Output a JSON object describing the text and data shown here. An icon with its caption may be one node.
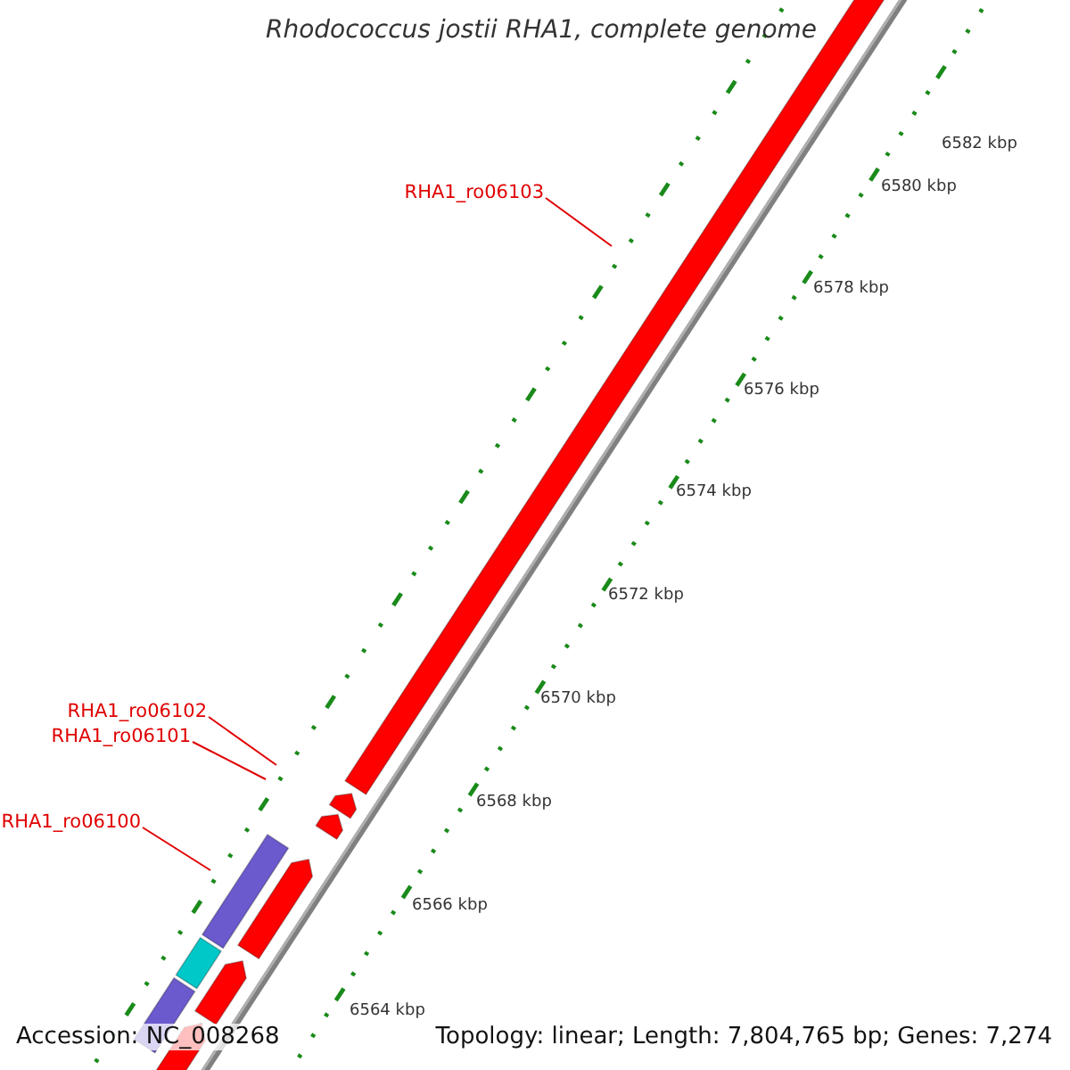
{
  "diagram": {
    "title": "Rhodococcus jostii RHA1, complete genome",
    "nodes": [
      {
        "text": [
          "RHA1_ro06103"
        ]
      },
      {
        "text": [
          "RHA1_ro06102"
        ]
      },
      {
        "text": [
          "RHA1_ro06101"
        ]
      },
      {
        "text": [
          "RHA1_ro06100"
        ]
      }
    ],
    "edges": [
      {
        "from": 0,
        "to": null,
        "arrow": "none"
      },
      {
        "from": 1,
        "to": null,
        "arrow": "none"
      },
      {
        "from": 2,
        "to": null,
        "arrow": "none"
      },
      {
        "from": 3,
        "to": null,
        "arrow": "none"
      }
    ],
    "labels": [
      "6582 kbp",
      "6580 kbp",
      "6578 kbp",
      "6576 kbp",
      "6574 kbp",
      "6572 kbp",
      "6570 kbp",
      "6568 kbp",
      "6566 kbp",
      "6564 kbp",
      "Accession: NC_008268",
      "Topology: linear; Length: 7,804,765 bp; Genes: 7,274"
    ]
  }
}
